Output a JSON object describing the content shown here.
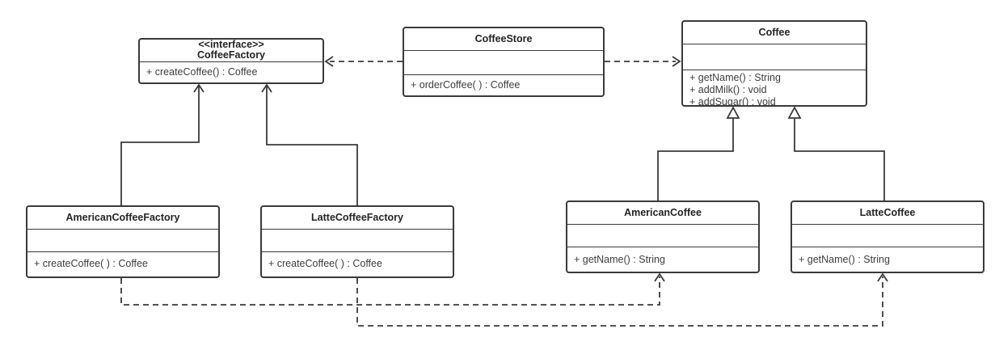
{
  "diagram": {
    "kind": "uml-class-diagram",
    "colors": {
      "line": "#3a3a3a",
      "title_text": "#242424",
      "member_text": "#3d3d3d",
      "background": "#ffffff"
    },
    "classes": {
      "coffee_factory": {
        "stereotype": "<<interface>>",
        "name": "CoffeeFactory",
        "fields": [],
        "methods": [
          "+ createCoffee() : Coffee"
        ]
      },
      "coffee_store": {
        "name": "CoffeeStore",
        "fields": [],
        "methods": [
          "+ orderCoffee( ) : Coffee"
        ]
      },
      "coffee": {
        "name": "Coffee",
        "fields": [],
        "methods": [
          "+ getName() : String",
          "+ addMilk() : void",
          "+ addSugar() : void"
        ]
      },
      "american_coffee_factory": {
        "name": "AmericanCoffeeFactory",
        "fields": [],
        "methods": [
          "+ createCoffee( ) : Coffee"
        ]
      },
      "latte_coffee_factory": {
        "name": "LatteCoffeeFactory",
        "fields": [],
        "methods": [
          "+ createCoffee( ) : Coffee"
        ]
      },
      "american_coffee": {
        "name": "AmericanCoffee",
        "fields": [],
        "methods": [
          "+ getName() : String"
        ]
      },
      "latte_coffee": {
        "name": "LatteCoffee",
        "fields": [],
        "methods": [
          "+ getName() : String"
        ]
      }
    },
    "relationships": [
      {
        "from": "CoffeeStore",
        "to": "CoffeeFactory",
        "type": "dependency",
        "line": "dashed",
        "arrow": "open"
      },
      {
        "from": "CoffeeStore",
        "to": "Coffee",
        "type": "dependency",
        "line": "dashed",
        "arrow": "open"
      },
      {
        "from": "AmericanCoffeeFactory",
        "to": "CoffeeFactory",
        "type": "realization",
        "line": "solid",
        "arrow": "open"
      },
      {
        "from": "LatteCoffeeFactory",
        "to": "CoffeeFactory",
        "type": "realization",
        "line": "solid",
        "arrow": "open"
      },
      {
        "from": "AmericanCoffee",
        "to": "Coffee",
        "type": "inheritance",
        "line": "solid",
        "arrow": "hollow-triangle"
      },
      {
        "from": "LatteCoffee",
        "to": "Coffee",
        "type": "inheritance",
        "line": "solid",
        "arrow": "hollow-triangle"
      },
      {
        "from": "AmericanCoffeeFactory",
        "to": "AmericanCoffee",
        "type": "dependency",
        "line": "dashed",
        "arrow": "open"
      },
      {
        "from": "LatteCoffeeFactory",
        "to": "LatteCoffee",
        "type": "dependency",
        "line": "dashed",
        "arrow": "open"
      }
    ]
  }
}
